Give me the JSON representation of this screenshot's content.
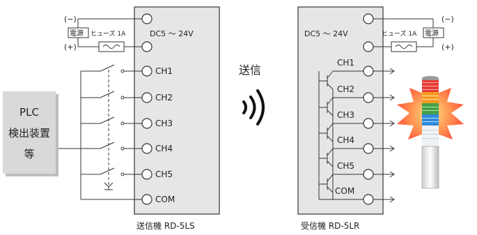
{
  "plc_box": {
    "line1": "PLC",
    "line2": "検出装置",
    "line3": "等"
  },
  "transmitter": {
    "minus": "(−)",
    "plus": "(+)",
    "power": "電源",
    "fuse": "ヒューズ 1A",
    "voltage": "DC5 ～ 24V",
    "channels": [
      "CH1",
      "CH2",
      "CH3",
      "CH4",
      "CH5",
      "COM"
    ],
    "caption": "送信機 RD-5LS"
  },
  "signal": {
    "label": "送信"
  },
  "receiver": {
    "minus": "(−)",
    "plus": "(+)",
    "power": "電源",
    "fuse": "ヒューズ 1A",
    "voltage": "DC5 ～ 24V",
    "channels": [
      "CH1",
      "CH2",
      "CH3",
      "CH4",
      "CH5",
      "COM"
    ],
    "caption": "受信機 RD-5LR"
  },
  "colors": {
    "device_fill": "#e6e6e6",
    "plc_fill": "#d9d9d9",
    "line": "#333333",
    "glow": "#ff6a3a"
  }
}
